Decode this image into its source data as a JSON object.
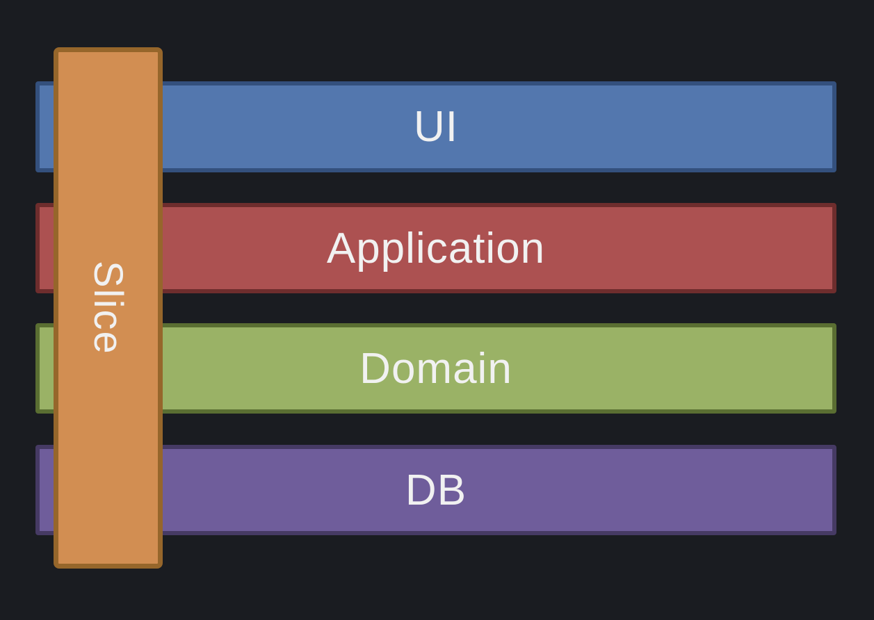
{
  "canvas": {
    "background": "#1a1c21",
    "text_color": "#f1f1f1"
  },
  "diagram": {
    "layers": [
      {
        "id": "ui",
        "label": "UI",
        "fill": "#5377ae",
        "border": "#34507d"
      },
      {
        "id": "application",
        "label": "Application",
        "fill": "#ac5151",
        "border": "#6e2d2d"
      },
      {
        "id": "domain",
        "label": "Domain",
        "fill": "#9ab266",
        "border": "#5a6e32"
      },
      {
        "id": "db",
        "label": "DB",
        "fill": "#6f5d9b",
        "border": "#463a64"
      }
    ],
    "slice": {
      "label": "Slice",
      "fill": "#d28e52",
      "border": "#96662b"
    }
  }
}
